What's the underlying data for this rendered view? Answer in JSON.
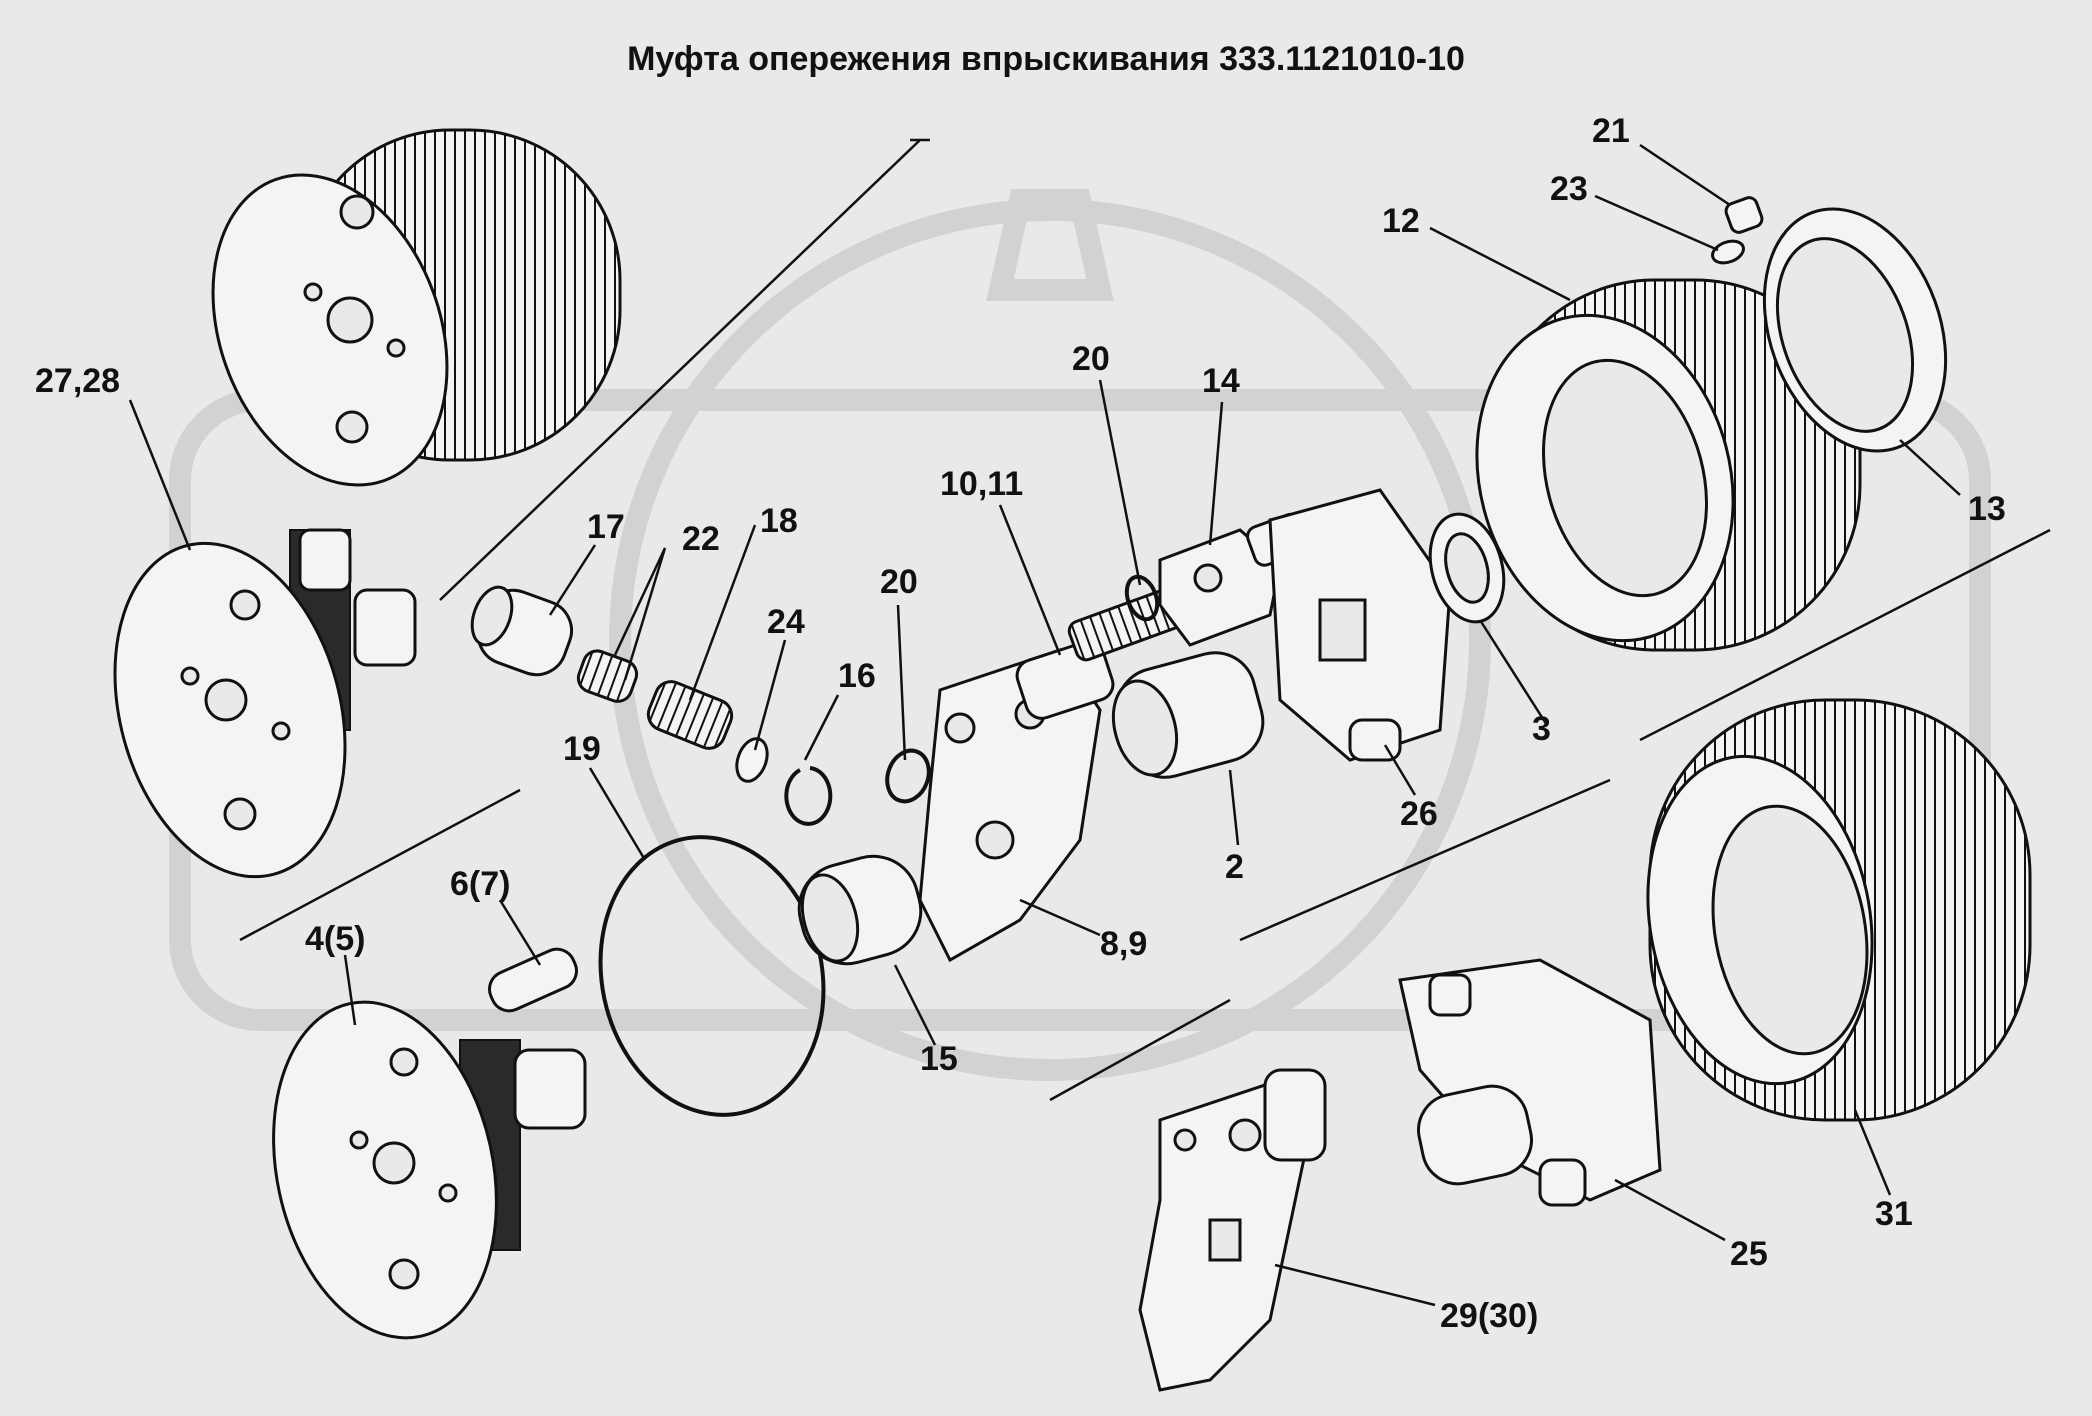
{
  "title": "Муфта опережения впрыскивания 333.1121010-10",
  "callouts": {
    "c21": "21",
    "c23": "23",
    "c12": "12",
    "c13": "13",
    "c20a": "20",
    "c14": "14",
    "c1011": "10,11",
    "c2728": "27,28",
    "c17": "17",
    "c22": "22",
    "c18": "18",
    "c24": "24",
    "c20b": "20",
    "c16": "16",
    "c19": "19",
    "c3": "3",
    "c26": "26",
    "c2": "2",
    "c67": "6(7)",
    "c45": "4(5)",
    "c15": "15",
    "c89": "8,9",
    "c31": "31",
    "c25": "25",
    "c2930": "29(30)"
  }
}
